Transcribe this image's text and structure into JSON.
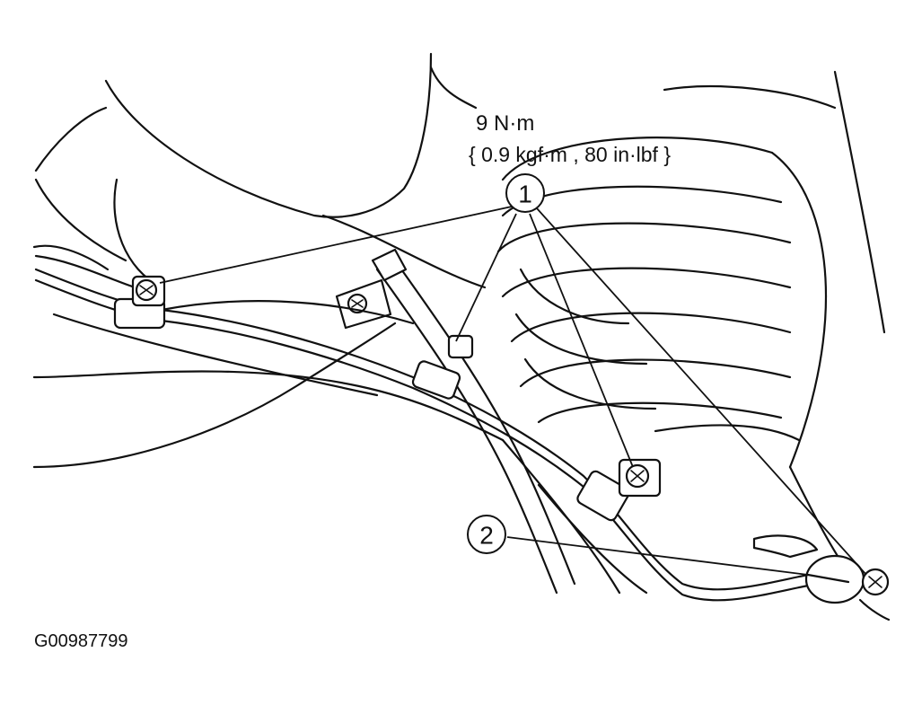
{
  "torque_spec": {
    "line1": "9 N·m",
    "line2": "{ 0.9 kgf·m , 80 in·lbf }"
  },
  "callouts": [
    {
      "number": "1"
    },
    {
      "number": "2"
    }
  ],
  "figure_id": "G00987799"
}
